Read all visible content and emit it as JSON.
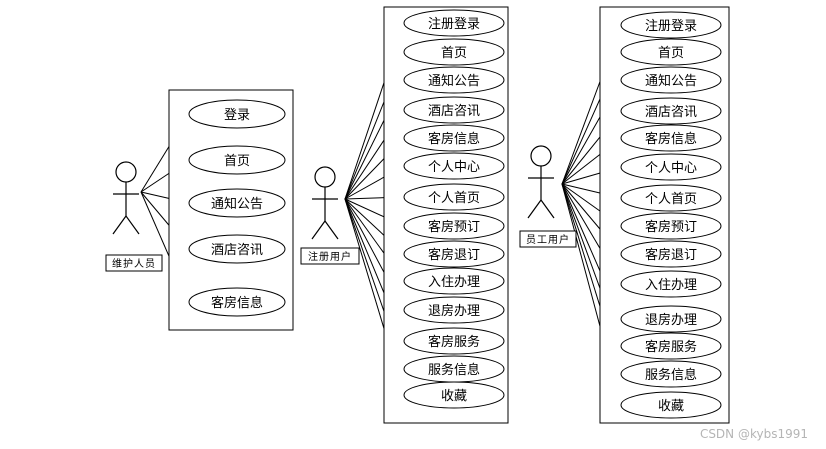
{
  "watermark": "CSDN @kybs1991",
  "actors": [
    {
      "name": "维护人员",
      "use_cases": [
        "登录",
        "首页",
        "通知公告",
        "酒店咨讯",
        "客房信息"
      ]
    },
    {
      "name": "注册用户",
      "use_cases": [
        "注册登录",
        "首页",
        "通知公告",
        "酒店咨讯",
        "客房信息",
        "个人中心",
        "个人首页",
        "客房预订",
        "客房退订",
        "入住办理",
        "退房办理",
        "客房服务",
        "服务信息",
        "收藏"
      ]
    },
    {
      "name": "员工用户",
      "use_cases": [
        "注册登录",
        "首页",
        "通知公告",
        "酒店咨讯",
        "客房信息",
        "个人中心",
        "个人首页",
        "客房预订",
        "客房退订",
        "入住办理",
        "退房办理",
        "客房服务",
        "服务信息",
        "收藏"
      ]
    }
  ]
}
